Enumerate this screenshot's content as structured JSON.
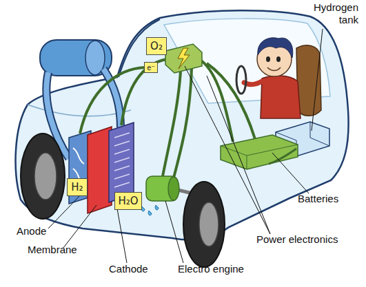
{
  "diagram": {
    "nodes": [
      {
        "text": [
          "O₂"
        ]
      },
      {
        "text": [
          "e⁻"
        ]
      },
      {
        "text": [
          "H₂"
        ]
      },
      {
        "text": [
          "H₂O"
        ]
      }
    ],
    "labels": [
      "Hydrogen tank",
      "Batteries",
      "Power electronics",
      "Anode",
      "Membrane",
      "Cathode",
      "Electro engine"
    ]
  }
}
